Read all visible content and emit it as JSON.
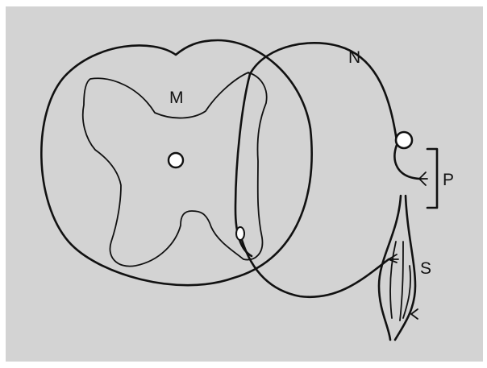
{
  "colors": {
    "background": "#d3d3d3",
    "frame": "#ffffff",
    "cord": "#ffffff",
    "stroke": "#111111",
    "grey_matter_stipple": "#222222"
  },
  "labels": {
    "m": "M",
    "n": "N",
    "p": "P",
    "s": "S"
  }
}
